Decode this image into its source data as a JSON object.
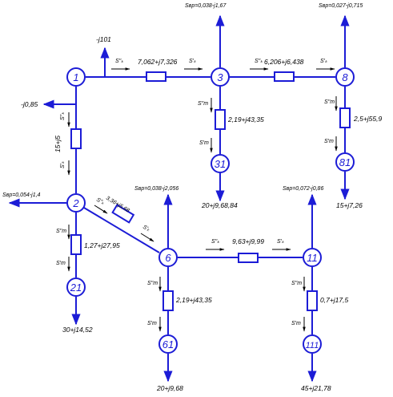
{
  "colors": {
    "line": "#1c1cd6",
    "text": "#000000",
    "background": "#ffffff"
  },
  "nodes": [
    {
      "id": "n1",
      "label": "1"
    },
    {
      "id": "n3",
      "label": "3"
    },
    {
      "id": "n8",
      "label": "8"
    },
    {
      "id": "n2",
      "label": "2"
    },
    {
      "id": "n31",
      "label": "31"
    },
    {
      "id": "n81",
      "label": "81"
    },
    {
      "id": "n6",
      "label": "6"
    },
    {
      "id": "n11",
      "label": "11"
    },
    {
      "id": "n21",
      "label": "21"
    },
    {
      "id": "n61",
      "label": "61"
    },
    {
      "id": "n111",
      "label": "111"
    }
  ],
  "injections": {
    "n1_top": "-j101",
    "n1_left": "-j0,85",
    "n3_top": "Sвp=0,038-j1,67",
    "n8_top": "Sвp=0,027-j0,715",
    "n2_left": "Sвp=0,054-j1,4",
    "n6_top": "Sвp=0,038-j2,056",
    "n11_top": "Sвp=0,072-j0,86"
  },
  "impedances": {
    "z13": "7,062+j7,326",
    "z38": "6,206+j6,438",
    "z12": "15+j5",
    "z331": "2,19+j43,35",
    "z881": "2,5+j55,9",
    "z26": "3,36+j5,68",
    "z611": "9,63+j9,99",
    "z221": "1,27+j27,95",
    "z661": "2,19+j43,35",
    "z11111": "0,7+j17,5"
  },
  "loads": {
    "l31": "20+j9,68,84",
    "l81": "15+j7,26",
    "l21": "30+j14,52",
    "l61": "20+j9,68",
    "l111": "45+j21,78"
  },
  "flow_labels": {
    "s_k": "S′′ₖ",
    "s_n": "S′ₖ",
    "s_t_k": "S′′т",
    "s_t_n": "S′т"
  }
}
